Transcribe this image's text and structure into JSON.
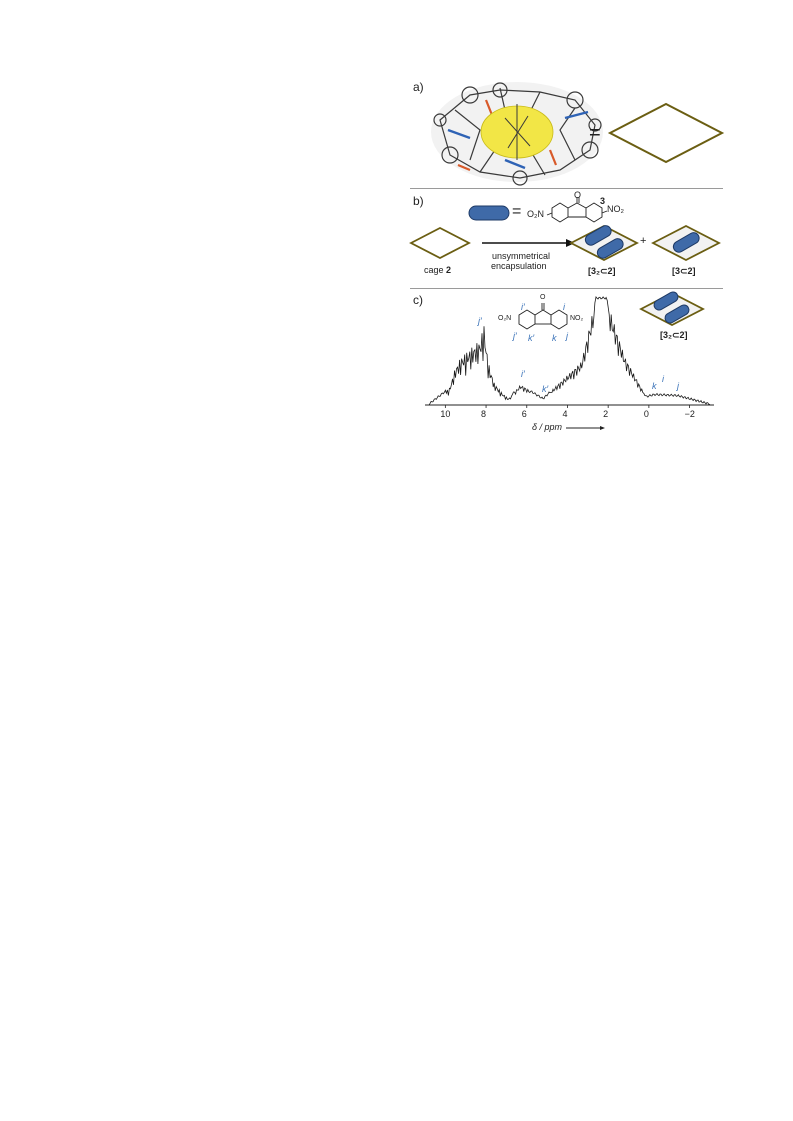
{
  "panels": {
    "a": {
      "label": "a)",
      "equals": "="
    },
    "b": {
      "label": "b)",
      "compound_number": "3",
      "equals": "=",
      "o2n": "O₂N",
      "no2": "NO₂",
      "ketone_o": "O",
      "cage_label_prefix": "cage ",
      "cage_label_num": "2",
      "arrow_text_line1": "unsymmetrical",
      "arrow_text_line2": "encapsulation",
      "plus": "+",
      "product1": "[3₂⊂2]",
      "product2": "[3⊂2]"
    },
    "c": {
      "label": "c)",
      "inset_product": "[3₂⊂2]",
      "mol_o2n": "O₂N",
      "mol_no2": "NO₂",
      "mol_o": "O",
      "peak_labels": {
        "j_prime_top": "j′",
        "i_prime_mid": "i′",
        "k_prime": "k′",
        "k": "k",
        "i": "i",
        "j": "j",
        "mol_i_prime": "i′",
        "mol_j_prime": "j′",
        "mol_k_prime": "k′",
        "mol_k": "k",
        "mol_i": "i",
        "mol_j": "j"
      },
      "axis_label": "δ / ppm",
      "ticks": [
        "10",
        "8",
        "6",
        "4",
        "2",
        "0",
        "−2"
      ]
    }
  },
  "colors": {
    "cage_outline": "#6b5e12",
    "guest_blue": "#3f6aa8",
    "label_blue": "#3a72b8",
    "yellow": "#f2e646"
  },
  "chart_data": {
    "type": "line",
    "title": "",
    "xlabel": "δ / ppm",
    "ylabel": "",
    "xlim": [
      11,
      -3.2
    ],
    "x_reversed": true,
    "x_ticks": [
      10,
      8,
      6,
      4,
      2,
      0,
      -2
    ],
    "series": [
      {
        "values_ppm": [
          [
            10.8,
            0.0
          ],
          [
            9.8,
            0.15
          ],
          [
            9.5,
            0.35
          ],
          [
            9.2,
            0.45
          ],
          [
            8.9,
            0.5
          ],
          [
            8.6,
            0.55
          ],
          [
            8.3,
            0.6
          ],
          [
            8.1,
            0.75
          ],
          [
            7.9,
            0.4
          ],
          [
            7.6,
            0.2
          ],
          [
            7.2,
            0.1
          ],
          [
            6.9,
            0.05
          ],
          [
            6.3,
            0.18
          ],
          [
            5.2,
            0.05
          ],
          [
            3.3,
            0.4
          ],
          [
            2.6,
            1.0
          ],
          [
            2.1,
            1.0
          ],
          [
            1.2,
            0.45
          ],
          [
            0.15,
            0.07
          ],
          [
            -0.3,
            0.09
          ],
          [
            -1.4,
            0.08
          ],
          [
            -3.0,
            0.0
          ]
        ]
      }
    ]
  }
}
